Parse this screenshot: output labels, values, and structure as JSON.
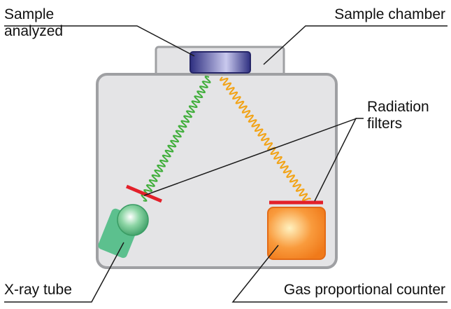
{
  "labels": {
    "sample_line1": "Sample",
    "sample_line2": "analyzed",
    "sample_chamber": "Sample chamber",
    "radiation_line1": "Radiation",
    "radiation_line2": "filters",
    "xray_tube": "X-ray tube",
    "gas_counter": "Gas proportional counter"
  },
  "colors": {
    "housing_fill": "#e4e4e6",
    "housing_stroke": "#9fa0a3",
    "sample_fill_dark": "#2e2f80",
    "sample_fill_light": "#c9c9ee",
    "incident_wave": "#3fae3a",
    "fluorescent_wave": "#f2a316",
    "filter": "#e3202a",
    "tube_body": "#5cc08e",
    "tube_window": "#8ed6a6",
    "counter_fill": "#f99b3d",
    "counter_stroke": "#e36b16",
    "leader_line": "#1a1a1a"
  }
}
